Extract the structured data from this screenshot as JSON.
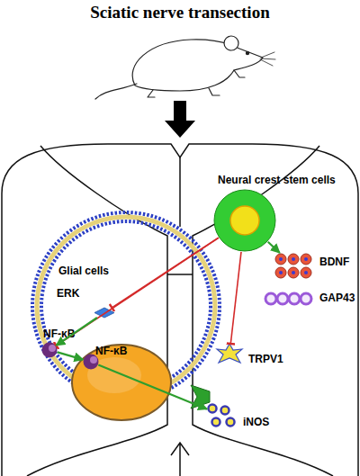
{
  "diagram": {
    "title": "Sciatic nerve transection",
    "nodes": [
      {
        "text": [
          "Neural crest stem cells"
        ]
      },
      {
        "text": [
          "Glial cells"
        ]
      },
      {
        "text": [
          "ERK"
        ],
        "in": 1
      },
      {
        "text": [
          "NF-κB"
        ],
        "in": 1
      },
      {
        "text": [
          "NF-κB"
        ],
        "in": 1
      },
      {
        "text": [
          "BDNF"
        ]
      },
      {
        "text": [
          "GAP43"
        ]
      },
      {
        "text": [
          "TRPV1"
        ]
      },
      {
        "text": [
          "iNOS"
        ]
      }
    ],
    "edges": [
      {
        "from": 0,
        "to": 5,
        "arrow": "to"
      },
      {
        "from": 0,
        "to": 2,
        "arrow": "to"
      },
      {
        "from": 0,
        "to": 3,
        "arrow": "to"
      },
      {
        "from": 0,
        "to": 7,
        "arrow": "to"
      },
      {
        "from": 2,
        "to": 3,
        "arrow": "to"
      },
      {
        "from": 3,
        "to": 4,
        "arrow": "to"
      },
      {
        "from": 4,
        "to": 8,
        "arrow": "to"
      }
    ]
  }
}
